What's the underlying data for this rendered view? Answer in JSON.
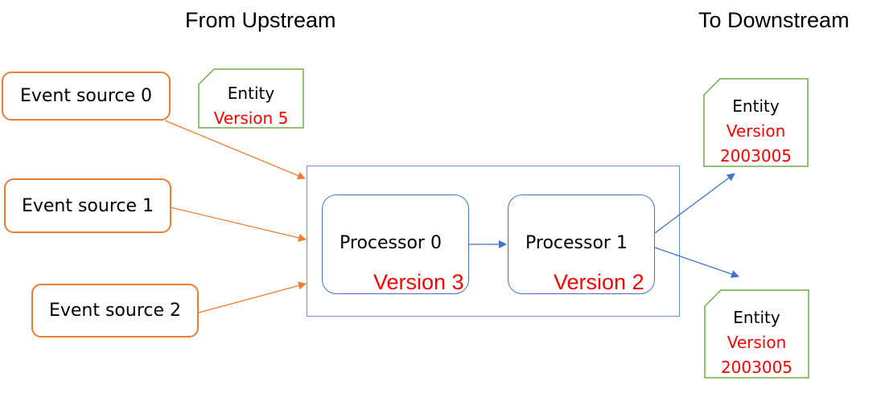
{
  "headings": {
    "from_upstream": "From Upstream",
    "to_downstream": "To Downstream"
  },
  "event_sources": [
    {
      "label": "Event source 0"
    },
    {
      "label": "Event source 1"
    },
    {
      "label": "Event source 2"
    }
  ],
  "processors": [
    {
      "label": "Processor 0",
      "version": "Version 3"
    },
    {
      "label": "Processor 1",
      "version": "Version 2"
    }
  ],
  "upstream_entity": {
    "label": "Entity",
    "version": "Version 5"
  },
  "downstream_entities": [
    {
      "label": "Entity",
      "version_label": "Version",
      "version_value": "2003005"
    },
    {
      "label": "Entity",
      "version_label": "Version",
      "version_value": "2003005"
    }
  ],
  "colors": {
    "source_border": "#ed7d31",
    "processor_border": "#4472c4",
    "container_border": "#5b9bd5",
    "entity_border": "#70ad47",
    "version_text": "#ff0000"
  }
}
